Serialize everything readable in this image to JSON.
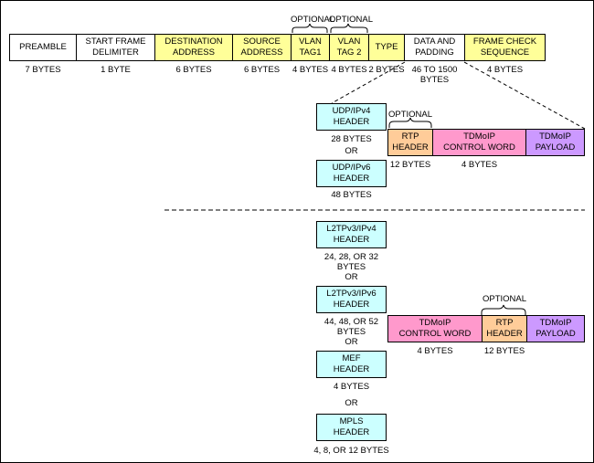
{
  "colors": {
    "address": "#ffff99",
    "ip_header": "#ccffff",
    "rtp": "#ffcc99",
    "control_word": "#ff99cc",
    "payload": "#cc99ff"
  },
  "ethernet": {
    "preamble": "PREAMBLE",
    "preamble_size": "7 BYTES",
    "sfd": "START FRAME\nDELIMITER",
    "sfd_size": "1 BYTE",
    "dest": "DESTINATION\nADDRESS",
    "dest_size": "6 BYTES",
    "src": "SOURCE\nADDRESS",
    "src_size": "6 BYTES",
    "vlan1": "VLAN\nTAG1",
    "vlan1_size": "4 BYTES",
    "vlan2": "VLAN\nTAG 2",
    "vlan2_size": "4 BYTES",
    "type": "TYPE",
    "type_size": "2 BYTES",
    "data": "DATA AND\nPADDING",
    "data_size": "46 TO 1500\nBYTES",
    "fcs": "FRAME CHECK\nSEQUENCE",
    "fcs_size": "4 BYTES",
    "optional1": "OPTIONAL",
    "optional2": "OPTIONAL"
  },
  "udp": {
    "ipv4": "UDP/IPv4\nHEADER",
    "ipv4_size": "28 BYTES",
    "or": "OR",
    "ipv6": "UDP/IPv6\nHEADER",
    "ipv6_size": "48 BYTES",
    "optional": "OPTIONAL",
    "rtp": "RTP\nHEADER",
    "rtp_size": "12 BYTES",
    "cw": "TDMoIP\nCONTROL WORD",
    "cw_size": "4 BYTES",
    "payload": "TDMoIP\nPAYLOAD"
  },
  "other": {
    "l2tp4": "L2TPv3/IPv4\nHEADER",
    "l2tp4_size": "24, 28, OR 32\nBYTES",
    "or1": "OR",
    "l2tp6": "L2TPv3/IPv6\nHEADER",
    "l2tp6_size": "44, 48, OR 52\nBYTES",
    "or2": "OR",
    "mef": "MEF\nHEADER",
    "mef_size": "4 BYTES",
    "or3": "OR",
    "mpls": "MPLS\nHEADER",
    "mpls_size": "4, 8, OR 12 BYTES",
    "cw": "TDMoIP\nCONTROL WORD",
    "cw_size": "4 BYTES",
    "optional": "OPTIONAL",
    "rtp": "RTP\nHEADER",
    "rtp_size": "12 BYTES",
    "payload": "TDMoIP\nPAYLOAD"
  }
}
